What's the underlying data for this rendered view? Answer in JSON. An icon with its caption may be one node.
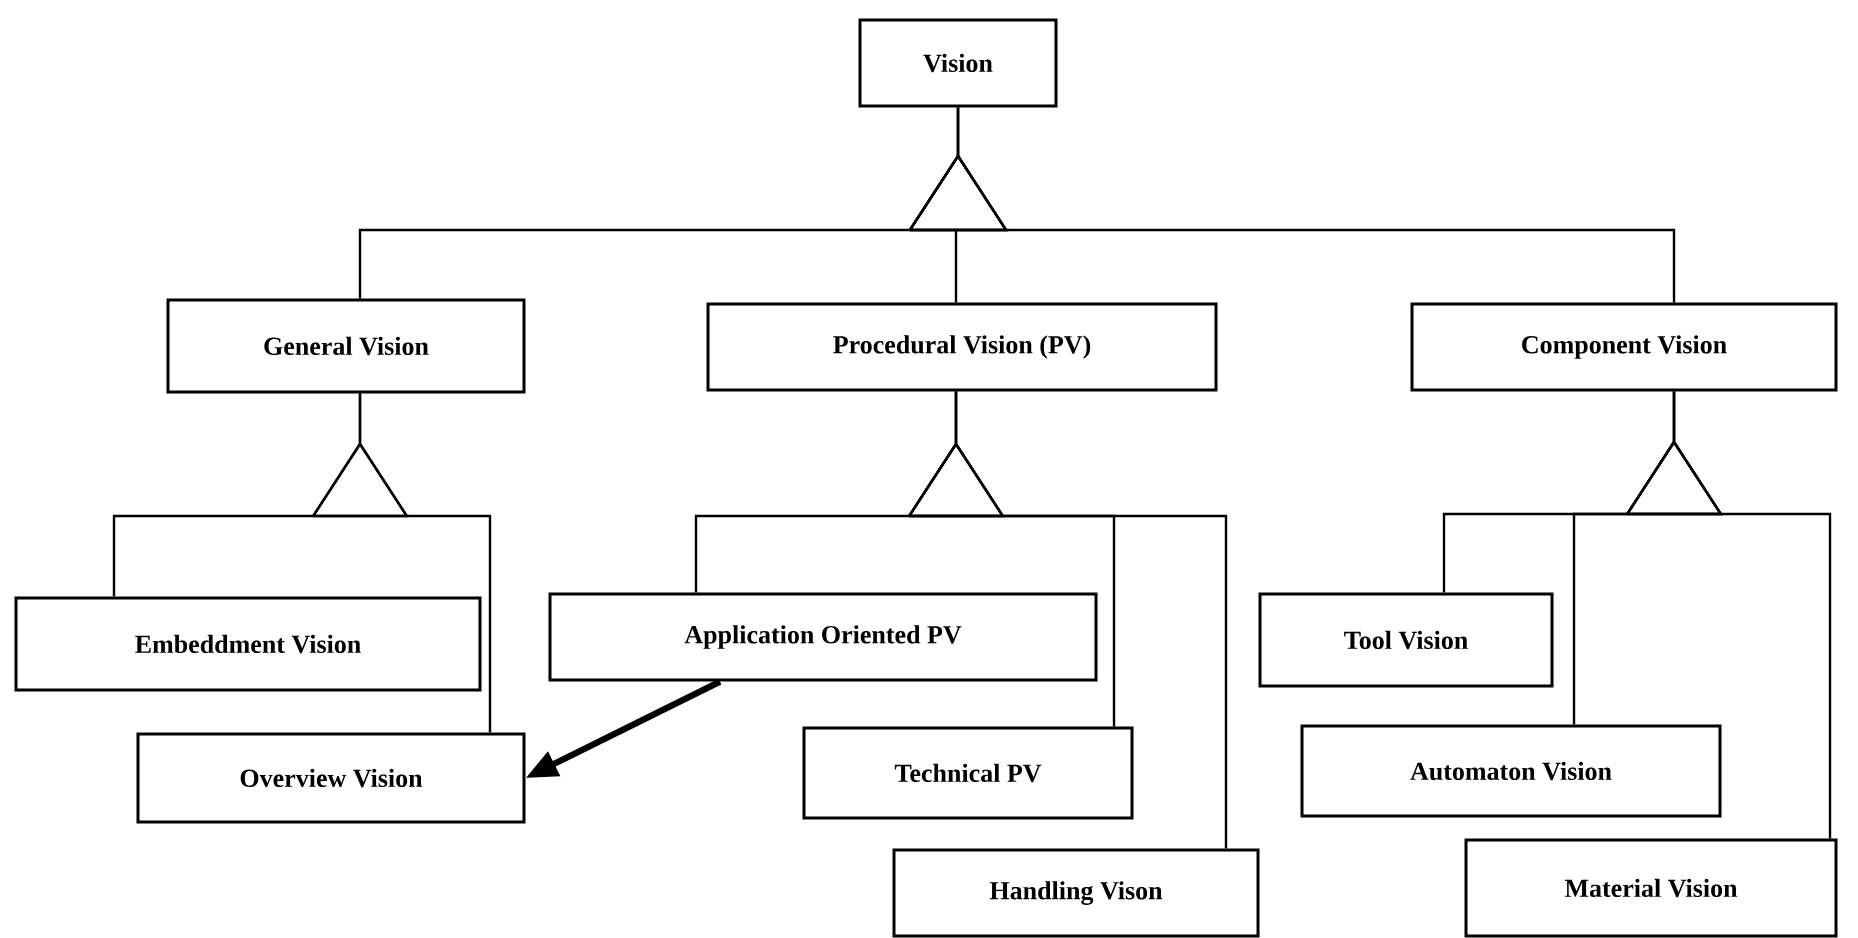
{
  "diagram": {
    "nodes": [
      {
        "text": [
          "Vision"
        ]
      },
      {
        "text": [
          "General Vision"
        ]
      },
      {
        "text": [
          "Procedural Vision (PV)"
        ]
      },
      {
        "text": [
          "Component Vision"
        ]
      },
      {
        "text": [
          "Embeddment Vision"
        ]
      },
      {
        "text": [
          "Application Oriented PV"
        ]
      },
      {
        "text": [
          "Tool Vision"
        ]
      },
      {
        "text": [
          "Overview Vision"
        ]
      },
      {
        "text": [
          "Technical PV"
        ]
      },
      {
        "text": [
          "Automaton Vision"
        ]
      },
      {
        "text": [
          "Handling Vison"
        ]
      },
      {
        "text": [
          "Material Vision"
        ]
      }
    ],
    "edges": [
      {
        "from": 1,
        "to": 0,
        "arrow": "none"
      },
      {
        "from": 2,
        "to": 0,
        "arrow": "none"
      },
      {
        "from": 3,
        "to": 0,
        "arrow": "none"
      },
      {
        "from": 4,
        "to": 1,
        "arrow": "none"
      },
      {
        "from": 7,
        "to": 1,
        "arrow": "none"
      },
      {
        "from": 5,
        "to": 2,
        "arrow": "none"
      },
      {
        "from": 8,
        "to": 2,
        "arrow": "none"
      },
      {
        "from": 10,
        "to": 2,
        "arrow": "none"
      },
      {
        "from": 6,
        "to": 3,
        "arrow": "none"
      },
      {
        "from": 9,
        "to": 3,
        "arrow": "none"
      },
      {
        "from": 11,
        "to": 3,
        "arrow": "none"
      },
      {
        "from": 5,
        "to": 7,
        "arrow": "to",
        "style": "thick"
      }
    ]
  }
}
